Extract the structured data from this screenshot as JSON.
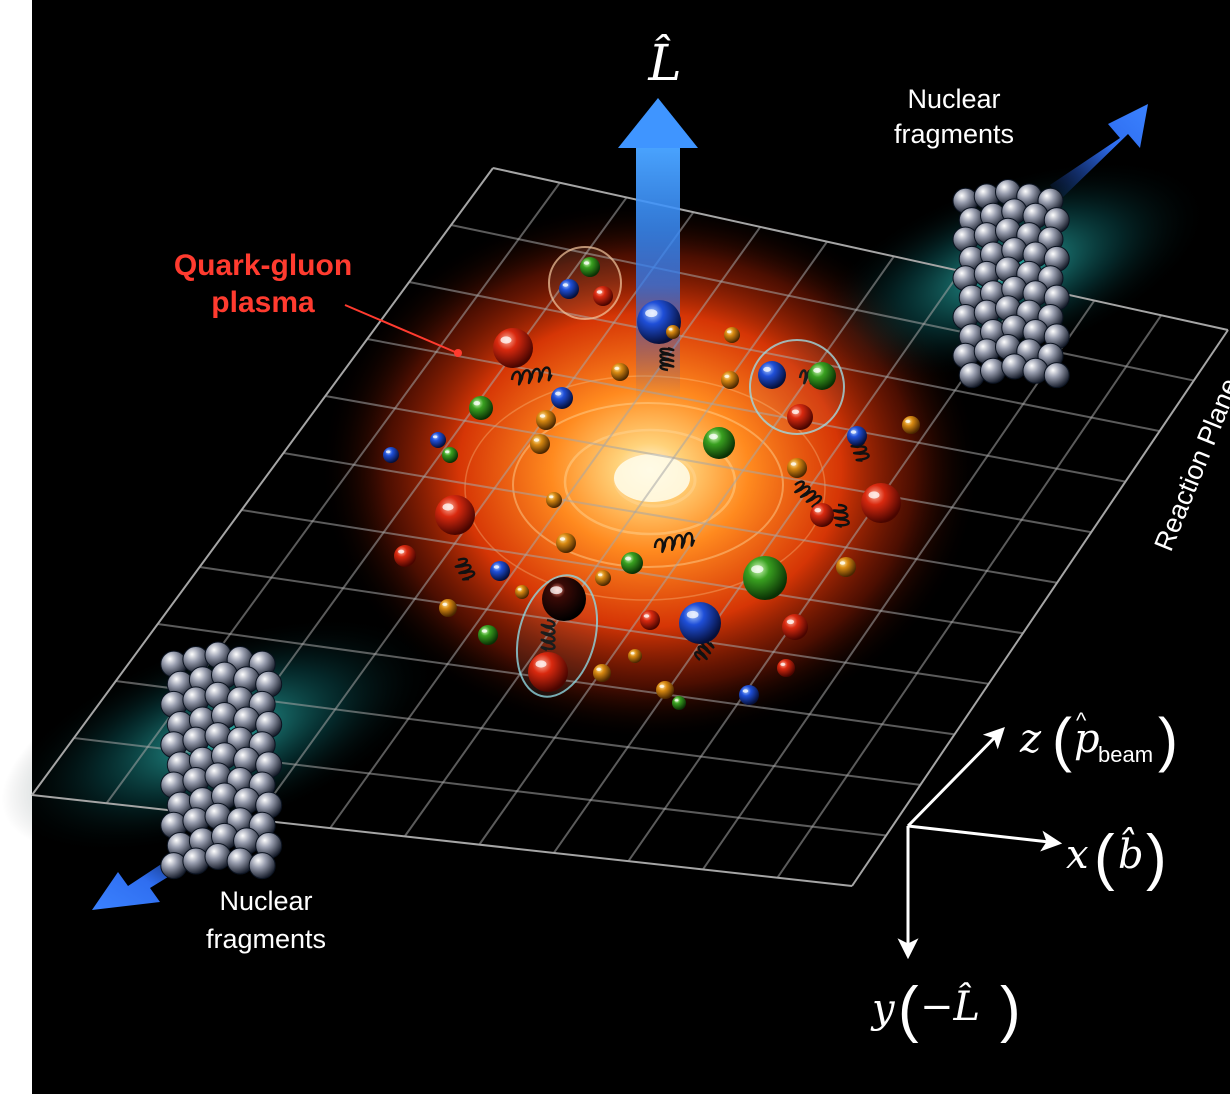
{
  "labels": {
    "L_axis": "L̂",
    "qgp_line1": "Quark-gluon",
    "qgp_line2": "plasma",
    "frag_top_line1": "Nuclear",
    "frag_top_line2": "fragments",
    "frag_bottom_line1": "Nuclear",
    "frag_bottom_line2": "fragments",
    "reaction_plane": "Reaction Plane",
    "z_axis_var": "z",
    "z_axis_sub": "beam",
    "x_axis_var": "x",
    "x_axis_arg": "b̂",
    "y_axis_var": "y",
    "y_axis_arg": "−L̂"
  },
  "colors": {
    "background": "#000000",
    "qgp_label": "#ff3b2f",
    "text": "#ffffff",
    "arrow_blue": "#2f7df5",
    "plasma_core": "#fff3c8",
    "plasma_outer": "#ff4a00",
    "grid": "#9a9a9a",
    "fragment_glow": "#2fe0d8"
  },
  "icons": [
    "angular-momentum-arrow-icon",
    "beam-arrow-icon",
    "quark-sphere-icon",
    "gluon-spring-icon",
    "nucleon-cluster-icon"
  ]
}
